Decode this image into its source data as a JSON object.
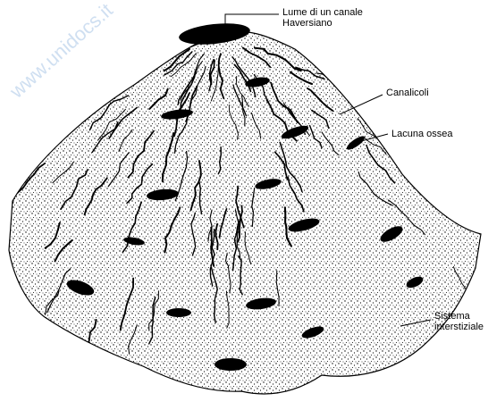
{
  "watermark": "www.unidocs.it",
  "labels": {
    "haversian_canal_line1": "Lume di un canale",
    "haversian_canal_line2": "Haversiano",
    "canaliculi": "Canalicoli",
    "lacuna": "Lacuna ossea",
    "interstitial_line1": "Sistema",
    "interstitial_line2": "interstiziale"
  }
}
